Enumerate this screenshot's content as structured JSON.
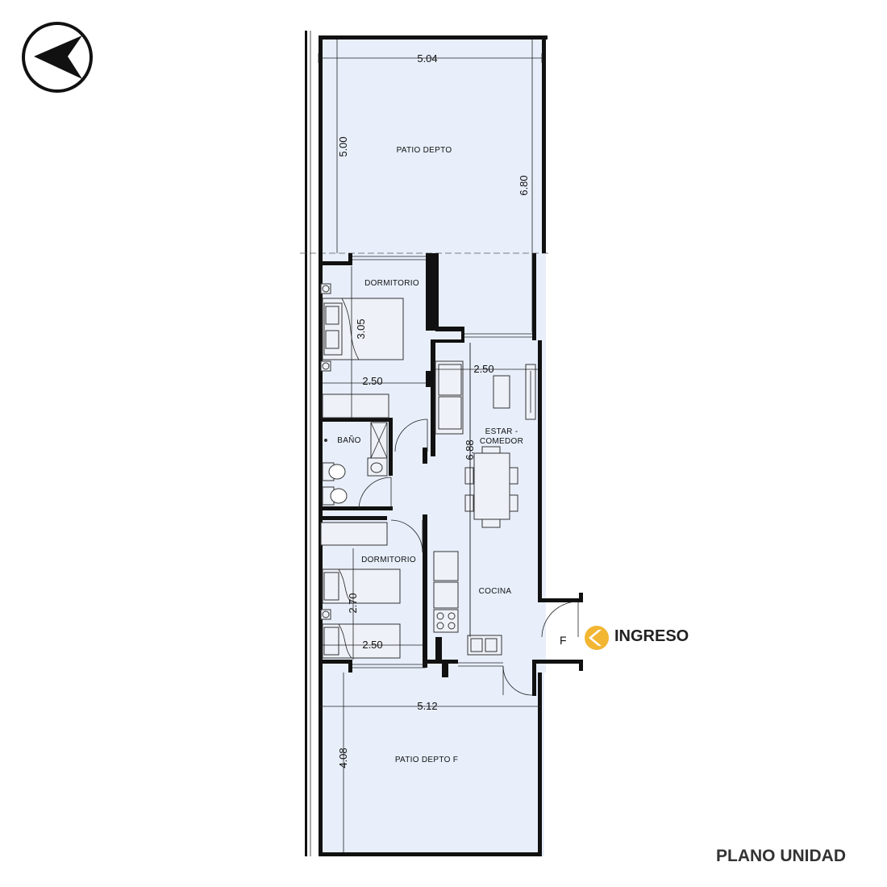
{
  "rooms": {
    "patio_top": "PATIO DEPTO",
    "dormitorio_1": "DORMITORIO",
    "bano": "BAÑO",
    "estar_comedor_line1": "ESTAR -",
    "estar_comedor_line2": "COMEDOR",
    "dormitorio_2": "DORMITORIO",
    "cocina": "COCINA",
    "patio_bottom": "PATIO DEPTO F",
    "unit_letter": "F"
  },
  "dimensions": {
    "patio_top_width": "5.04",
    "patio_top_left": "5.00",
    "patio_top_right": "6.80",
    "dorm1_height": "3.05",
    "dorm1_width": "2.50",
    "estar_width": "2.50",
    "estar_height": "6.88",
    "dorm2_height": "2.70",
    "dorm2_width": "2.50",
    "patio_bottom_width": "5.12",
    "patio_bottom_height": "4.08"
  },
  "entrance": {
    "label": "INGRESO"
  },
  "footer": {
    "title": "PLANO UNIDAD"
  },
  "colors": {
    "floor": "#e8effb",
    "wall": "#111111",
    "accent": "#f2b632"
  },
  "icons": {
    "compass": "north-arrow-icon",
    "entrance": "entrance-chevron-icon"
  }
}
